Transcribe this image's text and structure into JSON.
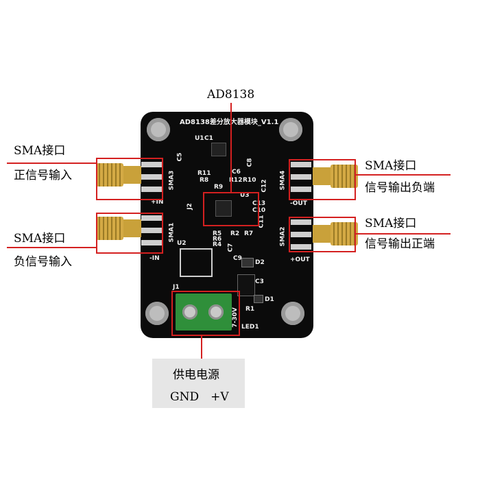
{
  "image": {
    "title_label": "AD8138",
    "callouts": {
      "top_left": {
        "line1": "SMA接口",
        "line2": "正信号输入"
      },
      "bottom_left": {
        "line1": "SMA接口",
        "line2": "负信号输入"
      },
      "top_right": {
        "line1": "SMA接口",
        "line2": "信号输出负端"
      },
      "bottom_right": {
        "line1": "SMA接口",
        "line2": "信号输出正端"
      },
      "power": {
        "line1": "供电电源",
        "line2": "GND　+V"
      }
    },
    "board_silkscreen": {
      "title": "AD8138差分放大器模块_V1.1",
      "sma1": "SMA1",
      "sma2": "SMA2",
      "sma3": "SMA3",
      "sma4": "SMA4",
      "plus_in": "+IN",
      "minus_in": "-IN",
      "minus_out": "-OUT",
      "plus_out": "+OUT",
      "u1": "U1",
      "u2": "U2",
      "u3": "U3",
      "j1": "J1",
      "j2": "J2",
      "c1": "C1",
      "c5": "C5",
      "c6": "C6",
      "c8": "C8",
      "c9": "C9",
      "c3": "C3",
      "c7": "C7",
      "c10": "C10",
      "c11": "C11",
      "c12": "C12",
      "c13": "C13",
      "r1": "R1",
      "r2": "R2",
      "r4": "R4",
      "r5": "R5",
      "r6": "R6",
      "r7": "R7",
      "r8": "R8",
      "r9": "R9",
      "r10": "R10",
      "r11": "R11",
      "r12": "R12",
      "d1": "D1",
      "d2": "D2",
      "led1": "LED1",
      "voltage": "7-30V"
    },
    "colors": {
      "annotation": "#d42020",
      "board": "#0b0b0b",
      "terminal": "#2f8f3a",
      "connector_gold": "#c9a13a"
    }
  }
}
